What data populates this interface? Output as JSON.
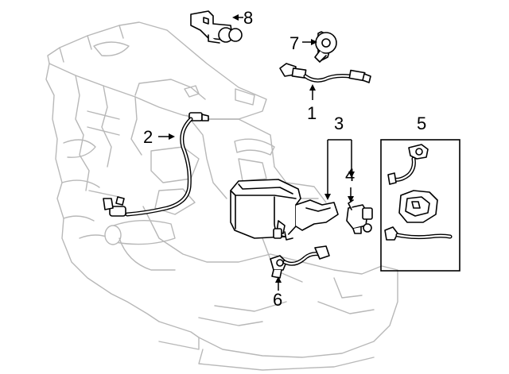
{
  "callouts": [
    {
      "id": 1,
      "label": "1"
    },
    {
      "id": 2,
      "label": "2"
    },
    {
      "id": 3,
      "label": "3"
    },
    {
      "id": 4,
      "label": "4"
    },
    {
      "id": 5,
      "label": "5"
    },
    {
      "id": 6,
      "label": "6"
    },
    {
      "id": 7,
      "label": "7"
    },
    {
      "id": 8,
      "label": "8"
    }
  ],
  "colors": {
    "background": "#ffffff",
    "engine_outline": "#b8b8b8",
    "part_outline": "#000000"
  }
}
